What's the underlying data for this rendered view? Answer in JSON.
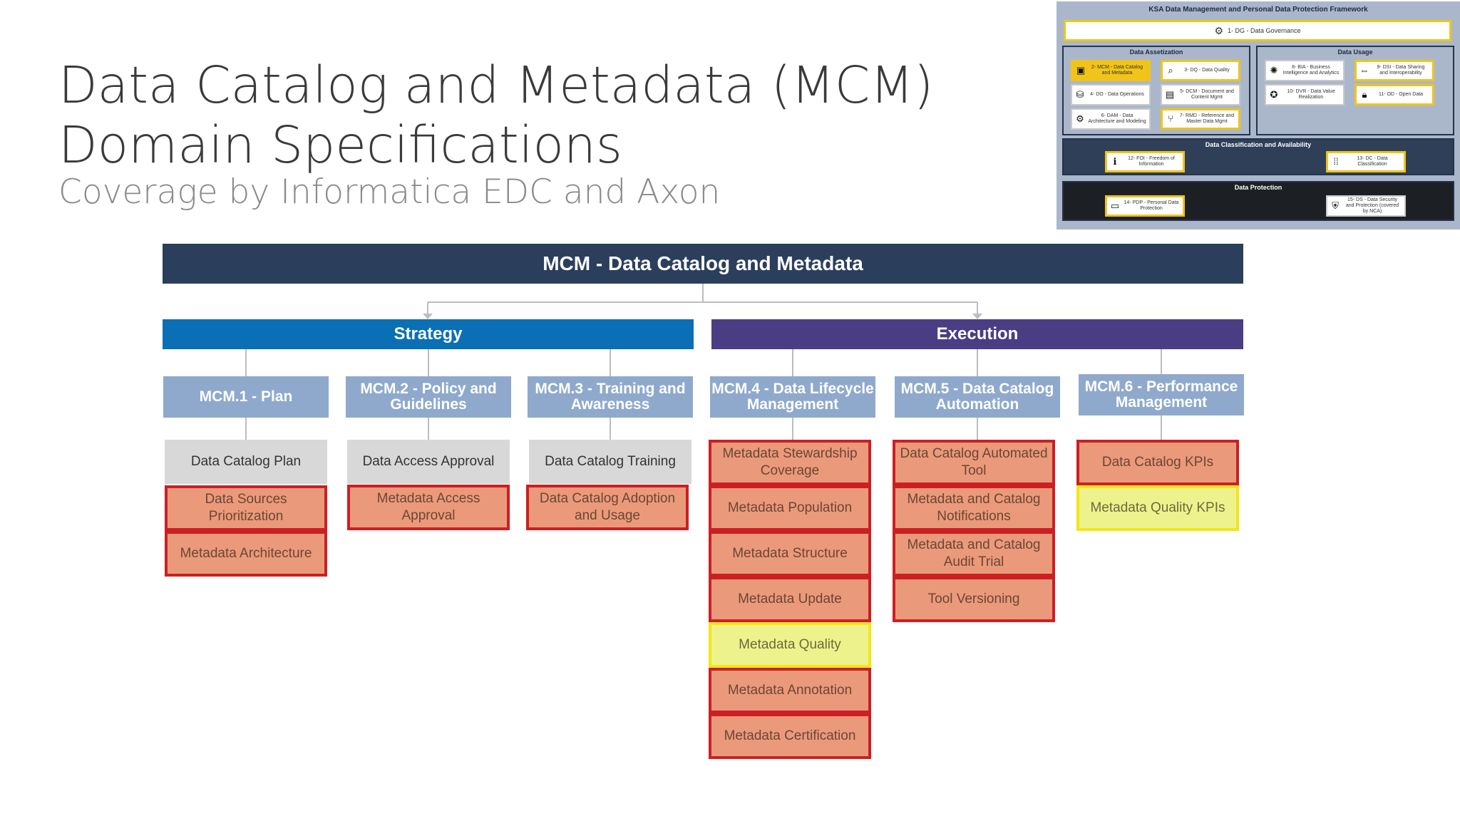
{
  "slide": {
    "title_line1": "Data Catalog and Metadata (MCM)",
    "title_line2": "Domain Specifications",
    "subtitle": "Coverage by Informatica EDC and Axon"
  },
  "framework": {
    "title": "KSA Data Management and Personal Data Protection Framework",
    "governance": "1- DG - Data Governance",
    "assetization": {
      "title": "Data Assetization",
      "items": [
        {
          "label": "2- MCM - Data Catalog and Metadata",
          "icon": "catalog-icon"
        },
        {
          "label": "3- DQ - Data Quality",
          "icon": "search-icon"
        },
        {
          "label": "4- DO - Data Operations",
          "icon": "database-icon"
        },
        {
          "label": "5- DCM - Document and Content Mgmt",
          "icon": "document-icon"
        },
        {
          "label": "6- DAM - Data Architecture and Modeling",
          "icon": "gear-icon"
        },
        {
          "label": "7- RMD - Reference and Master Data Mgmt",
          "icon": "branch-icon"
        }
      ]
    },
    "usage": {
      "title": "Data Usage",
      "items": [
        {
          "label": "8- BIA - Business Intelligence and Analytics",
          "icon": "brain-icon"
        },
        {
          "label": "9- DSI - Data Sharing and Interoperability",
          "icon": "exchange-icon"
        },
        {
          "label": "10- DVR - Data Value Realization",
          "icon": "value-icon"
        },
        {
          "label": "11- OD - Open Data",
          "icon": "lock-icon"
        }
      ]
    },
    "classification": {
      "title": "Data Classification and Availability",
      "items": [
        {
          "label": "12- FOI - Freedom of Information",
          "icon": "info-icon"
        },
        {
          "label": "13- DC - Data Classification",
          "icon": "grid-icon"
        }
      ]
    },
    "protection": {
      "title": "Data Protection",
      "items": [
        {
          "label": "14- PDP - Personal Data Protection",
          "icon": "id-card-icon"
        },
        {
          "label": "15- DS - Data Security and Protection (covered by NCA)",
          "icon": "shield-icon"
        }
      ]
    }
  },
  "chart": {
    "banner": "MCM - Data Catalog and Metadata",
    "phases": {
      "strategy": "Strategy",
      "execution": "Execution"
    },
    "columns": [
      {
        "header": "MCM.1  - Plan",
        "items": [
          {
            "label": "Data Catalog Plan",
            "status": "gray"
          },
          {
            "label": "Data Sources Prioritization",
            "status": "red"
          },
          {
            "label": "Metadata Architecture",
            "status": "red"
          }
        ]
      },
      {
        "header": "MCM.2  - Policy and Guidelines",
        "items": [
          {
            "label": "Data Access Approval",
            "status": "gray"
          },
          {
            "label": "Metadata Access Approval",
            "status": "red"
          }
        ]
      },
      {
        "header": "MCM.3  - Training and Awareness",
        "items": [
          {
            "label": "Data Catalog Training",
            "status": "gray"
          },
          {
            "label": "Data Catalog Adoption and Usage",
            "status": "red"
          }
        ]
      },
      {
        "header": "MCM.4  - Data Lifecycle  Management",
        "items": [
          {
            "label": "Metadata Stewardship Coverage",
            "status": "red"
          },
          {
            "label": "Metadata Population",
            "status": "red"
          },
          {
            "label": "Metadata Structure",
            "status": "red"
          },
          {
            "label": "Metadata Update",
            "status": "red"
          },
          {
            "label": "Metadata Quality",
            "status": "yellow"
          },
          {
            "label": "Metadata Annotation",
            "status": "red"
          },
          {
            "label": "Metadata Certification",
            "status": "red"
          }
        ]
      },
      {
        "header": "MCM.5  - Data Catalog Automation",
        "items": [
          {
            "label": "Data Catalog Automated Tool",
            "status": "red"
          },
          {
            "label": "Metadata and Catalog Notifications",
            "status": "red"
          },
          {
            "label": "Metadata and Catalog Audit Trial",
            "status": "red"
          },
          {
            "label": "Tool Versioning",
            "status": "red"
          }
        ]
      },
      {
        "header": "MCM.6  - Performance Management",
        "items": [
          {
            "label": "Data Catalog KPIs",
            "status": "red"
          },
          {
            "label": "Metadata Quality KPIs",
            "status": "yellow"
          }
        ]
      }
    ]
  },
  "colors": {
    "banner": "#2b3f5c",
    "strategy": "#0a6fb4",
    "execution": "#4b3d84",
    "column_header": "#8fa9cc",
    "not_covered": "#d8d8d8",
    "covered_red": "#ea9a7a",
    "covered_red_border": "#cc1f24",
    "partial_yellow": "#eef28d",
    "partial_yellow_border": "#f3e617"
  }
}
